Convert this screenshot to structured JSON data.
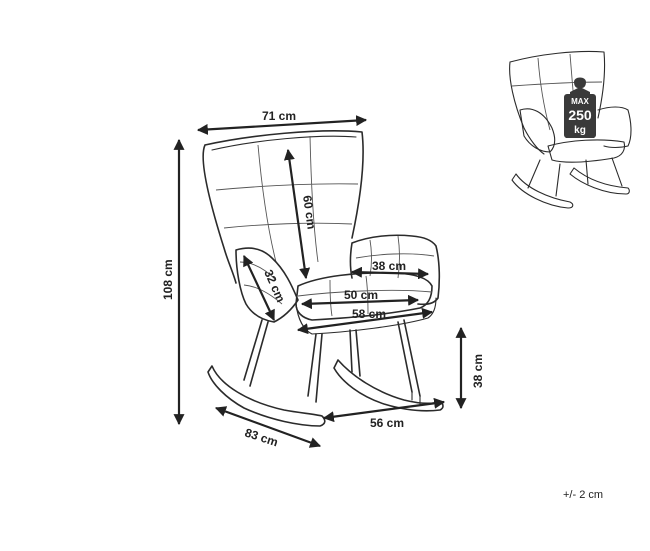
{
  "dimensions": {
    "width": "71 cm",
    "height_total": "108 cm",
    "backrest": "60 cm",
    "armrest_length": "38 cm",
    "armrest_height": "32 cm",
    "seat_depth": "50 cm",
    "seat_width": "58 cm",
    "seat_height": "38 cm",
    "depth": "83 cm",
    "base_width": "56 cm"
  },
  "load_badge": {
    "line1": "MAX",
    "line2": "250",
    "line3": "kg"
  },
  "tolerance": "+/- 2 cm",
  "colors": {
    "ink": "#222222",
    "paper": "#ffffff"
  }
}
